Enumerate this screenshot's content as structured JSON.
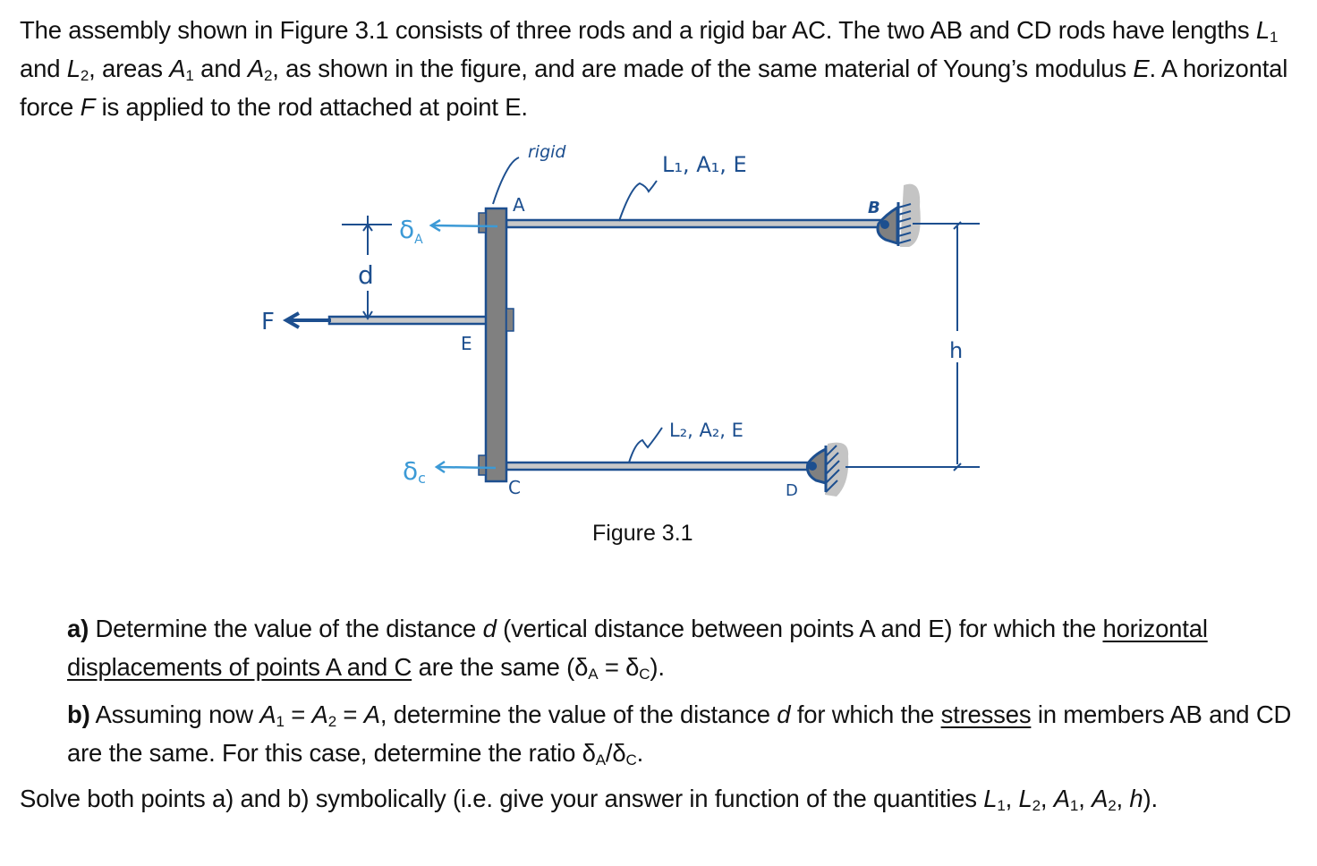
{
  "intro": {
    "s1": "The assembly shown in Figure 3.1 consists of three rods and a rigid bar AC. The two AB and CD rods have lengths ",
    "L1": "L",
    "L1sub": "1",
    "and1": " and ",
    "L2": "L",
    "L2sub": "2",
    "areas": ", areas ",
    "A1": "A",
    "A1sub": "1",
    "and2": " and ",
    "A2": "A",
    "A2sub": "2",
    "s2": ", as shown in the figure, and are made of the same material of Young’s modulus ",
    "E": "E",
    "s3": ". A horizontal force ",
    "F": "F",
    "s4": " is applied to the rod attached at point E."
  },
  "figure": {
    "caption": "Figure 3.1",
    "labels": {
      "rigid": "rigid",
      "rod1": "L₁, A₁, E",
      "rod2": "L₂, A₂, E",
      "A": "A",
      "B": "B",
      "C": "C",
      "D": "D",
      "E": "E",
      "F": "F",
      "d": "d",
      "h": "h",
      "deltaA": "δ",
      "deltaA_sub": "A",
      "deltaC": "δ",
      "deltaC_sub": "c"
    },
    "colors": {
      "ink": "#1d4f8f",
      "highlight": "#3c9ad6",
      "bar": "#808080",
      "rod": "#c8c8c8",
      "wall": "#c4c4c4"
    }
  },
  "questions": {
    "a": {
      "label": "a)",
      "t1": " Determine the value of the distance ",
      "d": "d",
      "t2": " (vertical distance between points A and E) for which the ",
      "underlined": "horizontal displacements of points A and C",
      "t3": " are the same (δ",
      "subA": "A",
      "t4": " = δ",
      "subC": "C",
      "t5": ")."
    },
    "b": {
      "label": "b)",
      "t1": " Assuming now ",
      "A1": "A",
      "A1sub": "1",
      "eq1": " = ",
      "A2": "A",
      "A2sub": "2",
      "eq2": " = ",
      "A": "A",
      "t2": ", determine the value of the distance ",
      "d": "d",
      "t3": " for which the ",
      "underlined": "stresses",
      "t4": " in members AB and CD are the same. For this case, determine the ratio δ",
      "subA": "A",
      "slash": "/δ",
      "subC": "C",
      "t5": "."
    },
    "solve": {
      "t1": "Solve both points a) and b) symbolically (i.e. give your answer in function of the quantities ",
      "L1": "L",
      "L1sub": "1",
      "c1": ", ",
      "L2": "L",
      "L2sub": "2",
      "c2": ", ",
      "A1": "A",
      "A1sub": "1",
      "c3": ", ",
      "A2": "A",
      "A2sub": "2",
      "c4": ", ",
      "h": "h",
      "t2": ")."
    }
  }
}
